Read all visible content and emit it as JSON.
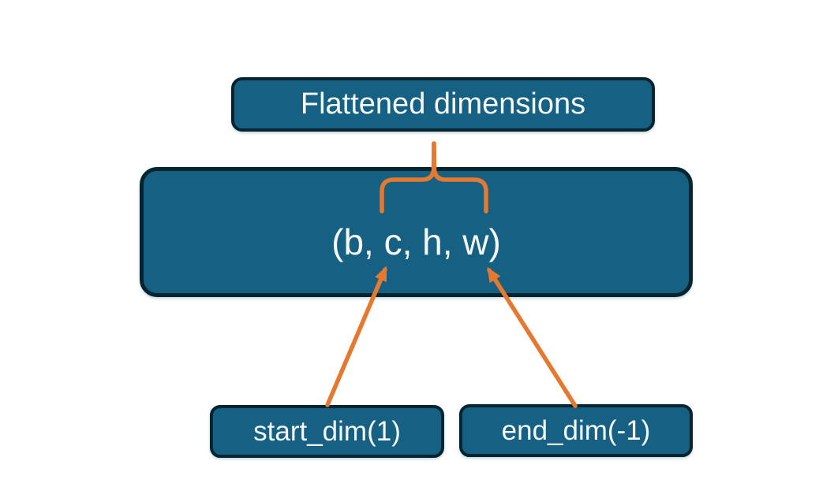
{
  "diagram": {
    "flattened_label": "Flattened dimensions",
    "tensor_label": "(b, c, h, w)",
    "start_dim_label": "start_dim(1)",
    "end_dim_label": "end_dim(-1)",
    "colors": {
      "background": "#ffffff",
      "box_fill": "#156083",
      "box_border": "#04242f",
      "accent": "#e5792f",
      "text": "#f6f8f8"
    }
  }
}
